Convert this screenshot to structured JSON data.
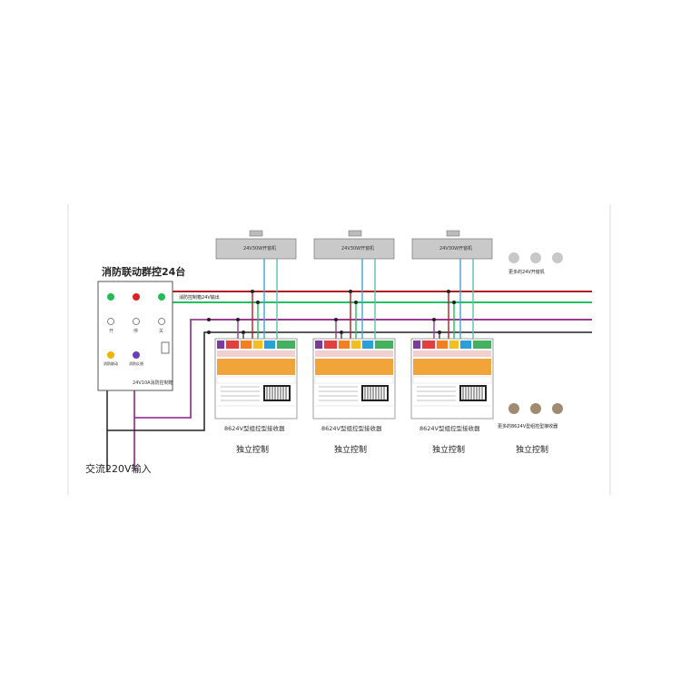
{
  "diagram": {
    "control_box": {
      "title": "消防联动群控24台",
      "buttons": [
        "开",
        "停",
        "关"
      ],
      "small_buttons": [
        "消防联动",
        "消防反馈"
      ],
      "footer": "24V10A消防控制箱",
      "colors": {
        "green": "#22bb55",
        "red": "#dd2222",
        "yellow": "#f0b400",
        "purple": "#6a3fb8"
      }
    },
    "wires": {
      "fire_signal_label": "消防控制箱24V输出",
      "colors": {
        "red": "#b02020",
        "green": "#22c060",
        "purple": "#9a3c96",
        "black": "#222222",
        "blue": "#3aa8d8",
        "teal": "#5bc0b0",
        "pink": "#d07090"
      }
    },
    "motors": [
      {
        "label": "24V30W开窗机"
      },
      {
        "label": "24V30W开窗机"
      },
      {
        "label": "24V30W开窗机"
      }
    ],
    "modules": [
      {
        "caption": "8624V型组控型接收器",
        "mode": "独立控制"
      },
      {
        "caption": "8624V型组控型接收器",
        "mode": "独立控制"
      },
      {
        "caption": "8624V型组控型接收器",
        "mode": "独立控制"
      }
    ],
    "more_motors": {
      "label": "更多的24V开窗机",
      "color": "#c8c8c8"
    },
    "more_receivers": {
      "label": "更多的8624V型组控型接收器",
      "mode": "独立控制",
      "color": "#a08a70"
    },
    "ac_input": "交流220V输入"
  }
}
